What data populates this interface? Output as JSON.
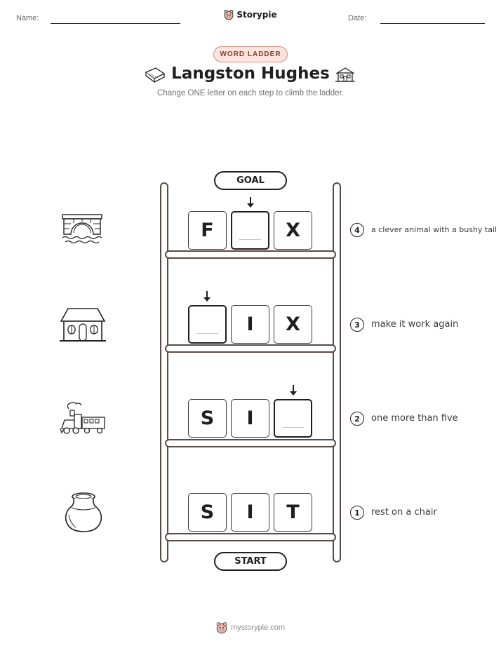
{
  "header": {
    "name_label": "Name:",
    "date_label": "Date:",
    "brand": "Storypie"
  },
  "badge": "WORD LADDER",
  "title": "Langston Hughes",
  "subtitle": "Change ONE letter on each step to climb the ladder.",
  "goal_label": "GOAL",
  "start_label": "START",
  "rows": [
    {
      "number": "4",
      "clue": "a clever animal with a bushy tail",
      "icon": "bridge-icon",
      "letters": [
        "F",
        "",
        "X"
      ]
    },
    {
      "number": "3",
      "clue": "make it work again",
      "icon": "house-icon",
      "letters": [
        "",
        "I",
        "X"
      ]
    },
    {
      "number": "2",
      "clue": "one more than five",
      "icon": "train-icon",
      "letters": [
        "S",
        "I",
        ""
      ]
    },
    {
      "number": "1",
      "clue": "rest on a chair",
      "icon": "pot-icon",
      "letters": [
        "S",
        "I",
        "T"
      ]
    }
  ],
  "footer": "mystorypie.com",
  "colors": {
    "badge_bg": "#fbe4de",
    "badge_border": "#d98c80",
    "ladder": "#5a4a42"
  }
}
